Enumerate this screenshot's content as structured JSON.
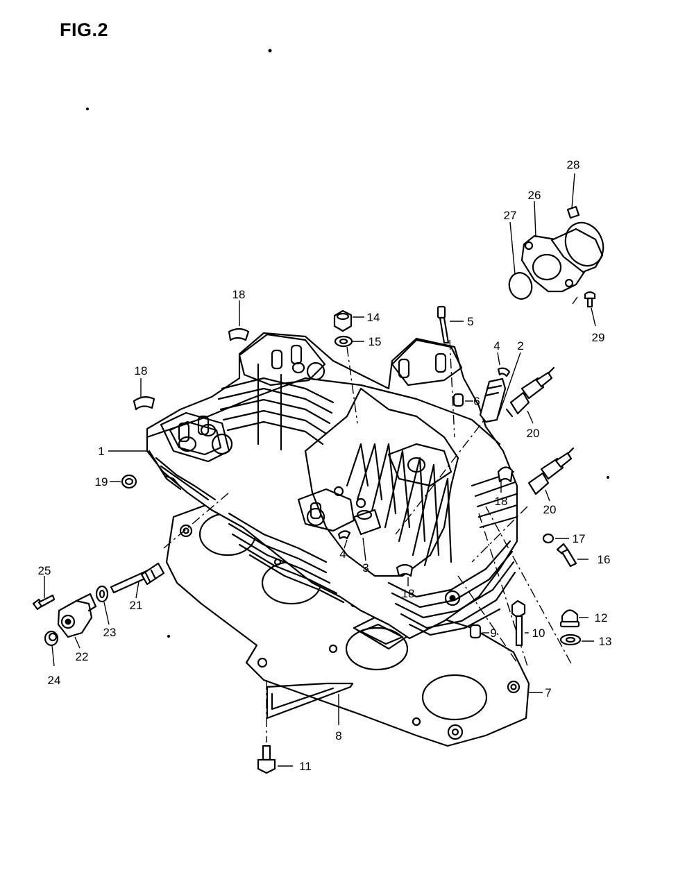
{
  "figure": {
    "title": "FIG.2"
  },
  "callouts": {
    "c1": "1",
    "c2": "2",
    "c3": "3",
    "c4a": "4",
    "c4b": "4",
    "c5": "5",
    "c6": "6",
    "c7": "7",
    "c8": "8",
    "c9": "9",
    "c10": "10",
    "c11": "11",
    "c12": "12",
    "c13": "13",
    "c14": "14",
    "c15": "15",
    "c16": "16",
    "c17": "17",
    "c18a": "18",
    "c18b": "18",
    "c18c": "18",
    "c18d": "18",
    "c19": "19",
    "c20a": "20",
    "c20b": "20",
    "c21": "21",
    "c22": "22",
    "c23": "23",
    "c24": "24",
    "c25": "25",
    "c26": "26",
    "c27": "27",
    "c28": "28",
    "c29": "29"
  }
}
